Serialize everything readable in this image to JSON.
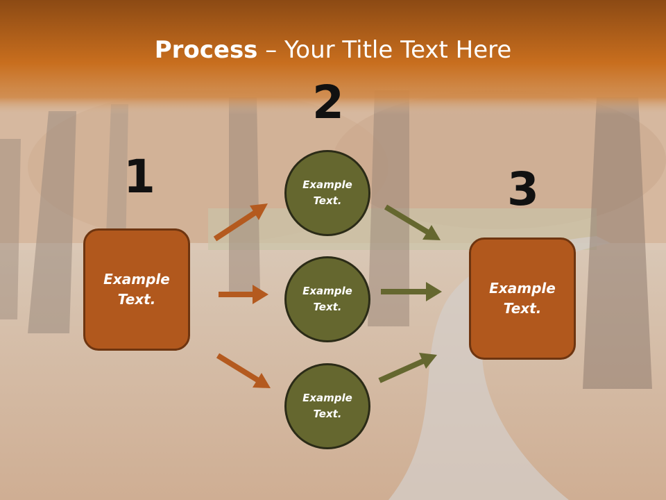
{
  "title": {
    "bold": "Process",
    "rest": " – Your Title Text Here"
  },
  "steps": {
    "num1": "1",
    "num2": "2",
    "num3": "3"
  },
  "left_box": {
    "label": "Example\nText."
  },
  "right_box": {
    "label": "Example\nText."
  },
  "circles": [
    {
      "label": "Example\nText."
    },
    {
      "label": "Example\nText."
    },
    {
      "label": "Example\nText."
    }
  ],
  "colors": {
    "header": "#c0661c",
    "box_fill": "#b1581d",
    "circle_fill": "#65672f",
    "arrow_orange": "#b45a1f",
    "arrow_olive": "#65672f"
  }
}
